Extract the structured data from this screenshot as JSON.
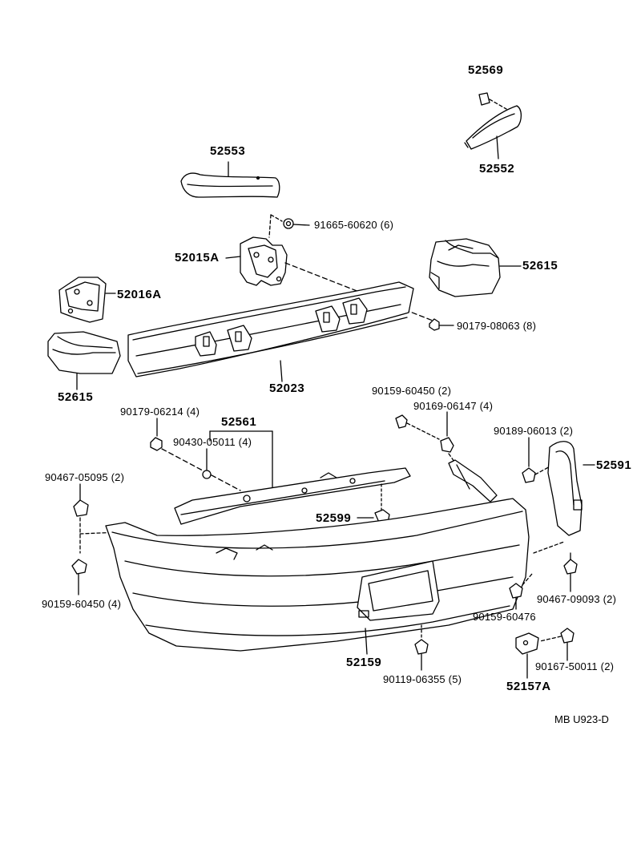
{
  "labels": {
    "p52569": "52569",
    "p52552": "52552",
    "p52553": "52553",
    "p91665": "91665-60620 (6)",
    "p52015A": "52015A",
    "p52615_right": "52615",
    "p52016A": "52016A",
    "p90179_08063": "90179-08063 (8)",
    "p52615_left": "52615",
    "p52023": "52023",
    "p90159_60450_top": "90159-60450 (2)",
    "p90169_06147": "90169-06147 (4)",
    "p90179_06214": "90179-06214 (4)",
    "p52561": "52561",
    "p90430_05011": "90430-05011 (4)",
    "p90189_06013": "90189-06013 (2)",
    "p52591": "52591",
    "p90467_05095": "90467-05095 (2)",
    "p52599": "52599",
    "p90159_60450_left": "90159-60450 (4)",
    "p90467_09093": "90467-09093 (2)",
    "p90159_60476": "90159-60476",
    "p52159": "52159",
    "p90167_50011": "90167-50011 (2)",
    "p90119_06355": "90119-06355 (5)",
    "p52157A": "52157A"
  },
  "reference": "MB U923-D"
}
